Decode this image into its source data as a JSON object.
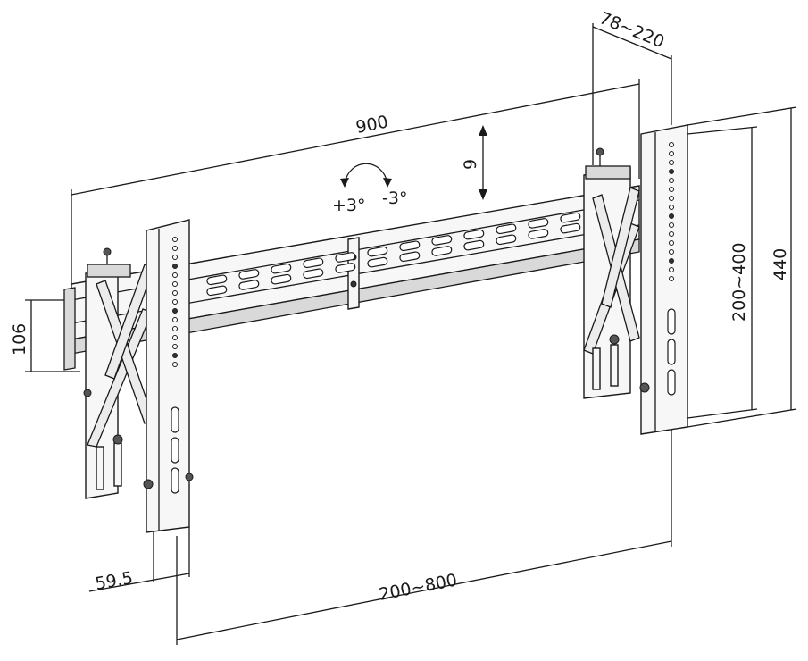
{
  "dimensions": {
    "overall_width": "900",
    "depth_range": "78~220",
    "vertical_adjust": "9",
    "tilt_plus": "+3°",
    "tilt_minus": "-3°",
    "arm_spacing": "200~800",
    "rail_height": "106",
    "arm_width": "59.5",
    "vesa_vertical": "200~400",
    "arm_height": "440"
  },
  "colors": {
    "line": "#1a1a1a",
    "fill": "#f7f7f7",
    "background": "#ffffff"
  }
}
